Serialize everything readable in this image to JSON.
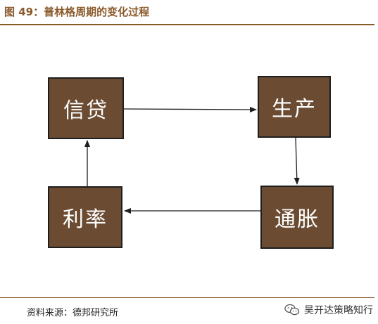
{
  "figure": {
    "title": "图 49：普林格周期的变化过程",
    "source": "资料来源：德邦研究所"
  },
  "diagram": {
    "nodes": {
      "credit": "信贷",
      "production": "生产",
      "inflation": "通胀",
      "interest_rate": "利率"
    },
    "edges": [
      {
        "from": "credit",
        "to": "production"
      },
      {
        "from": "production",
        "to": "inflation"
      },
      {
        "from": "inflation",
        "to": "interest_rate"
      },
      {
        "from": "interest_rate",
        "to": "credit"
      }
    ]
  },
  "watermark": {
    "icon": "wechat-icon",
    "text": "吴开达策略知行"
  },
  "colors": {
    "accent": "#8a5a2b",
    "node_fill": "#6b4c33",
    "node_text": "#ffffff"
  }
}
